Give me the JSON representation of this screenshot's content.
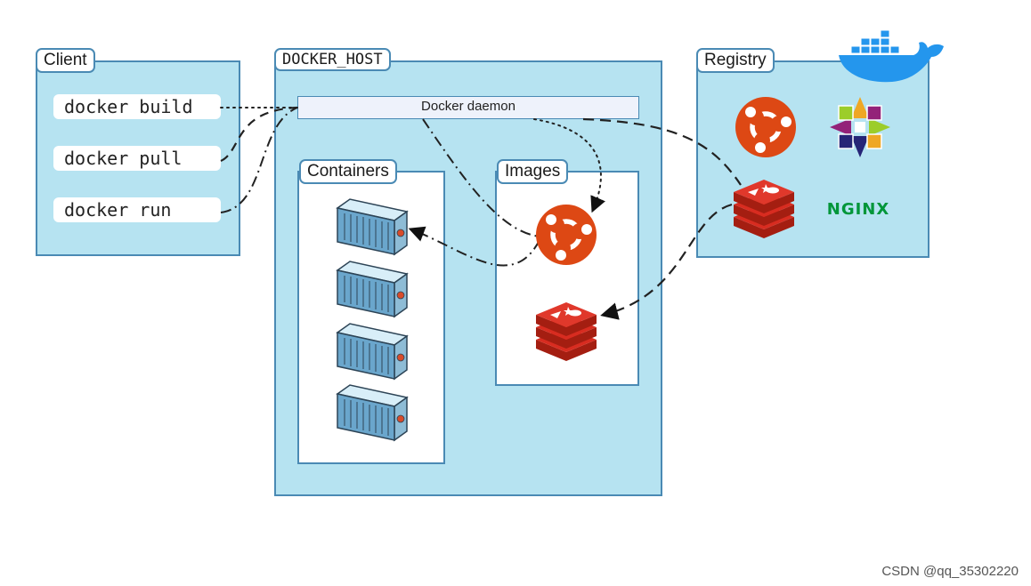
{
  "client": {
    "title": "Client",
    "commands": [
      "docker build",
      "docker pull",
      "docker run"
    ]
  },
  "docker_host": {
    "title": "DOCKER_HOST",
    "daemon_label": "Docker daemon",
    "containers_title": "Containers",
    "images_title": "Images"
  },
  "registry": {
    "title": "Registry",
    "nginx_label": "NGINX"
  },
  "watermark": "CSDN @qq_35302220",
  "colors": {
    "panel": "#b6e3f1",
    "border": "#4a8ab4",
    "ubuntu": "#dd4814",
    "redis": "#d82c20",
    "nginx": "#009639",
    "docker_whale": "#2496ed"
  }
}
